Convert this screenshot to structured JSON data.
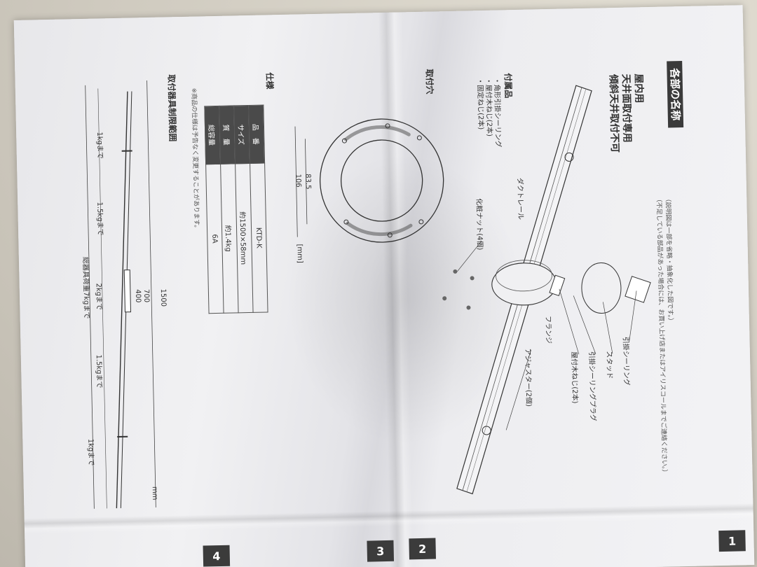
{
  "section_parts": {
    "heading": "各部の名称",
    "note_line1": "（説明図は一部を省略・抽象化した図です。）",
    "note_line2": "（不足している部品があった場合には、お買い上げ店またはアイリスコールまでご連絡ください。）"
  },
  "usage": {
    "line1": "屋内用",
    "line2": "天井面取付専用",
    "line3": "傾斜天井取付不可"
  },
  "parts": {
    "hook_ceiling": "引掛シーリング",
    "stud": "スタッド",
    "hook_plug": "引掛シーリングプラグ",
    "wood_screw": "屋付木ねじ(2本)",
    "adjuster": "アジャスター(2個)",
    "flange": "フランジ",
    "duct_rail": "ダクトレール",
    "cover_nut": "化粧ナット(4個)"
  },
  "accessories": {
    "heading": "付属品",
    "item1": "・角形引掛シーリング",
    "item2": "・屋付木ねじ(2本)",
    "item3": "・固定ねじ(2本)"
  },
  "mounting_holes": {
    "heading": "取付穴",
    "dim_inner": "83.5",
    "dim_outer": "106",
    "unit": "[mm]"
  },
  "spec": {
    "heading": "仕様",
    "rows": [
      {
        "label": "品　番",
        "value": "KTD-K"
      },
      {
        "label": "サイズ",
        "value": "約1500×58mm"
      },
      {
        "label": "質　量",
        "value": "約1.4kg"
      },
      {
        "label": "総容量",
        "value": "6A"
      }
    ],
    "note": "※商品の仕様は予告なく変更することがあります。"
  },
  "limit": {
    "heading": "取付器具制限範囲",
    "total_length": "1500",
    "mid_700": "700",
    "mid_400": "400",
    "unit": "mm",
    "load_1": "1kgまで",
    "load_15a": "1.5kgまで",
    "load_2": "2kgまで",
    "load_15b": "1.5kgまで",
    "load_1b": "1kgまで",
    "total_load": "総器具荷重7kgまで"
  },
  "tabs": [
    "1",
    "2",
    "3",
    "4"
  ],
  "colors": {
    "bar": "#3a3a3a",
    "paper": "#f1f1f3"
  }
}
